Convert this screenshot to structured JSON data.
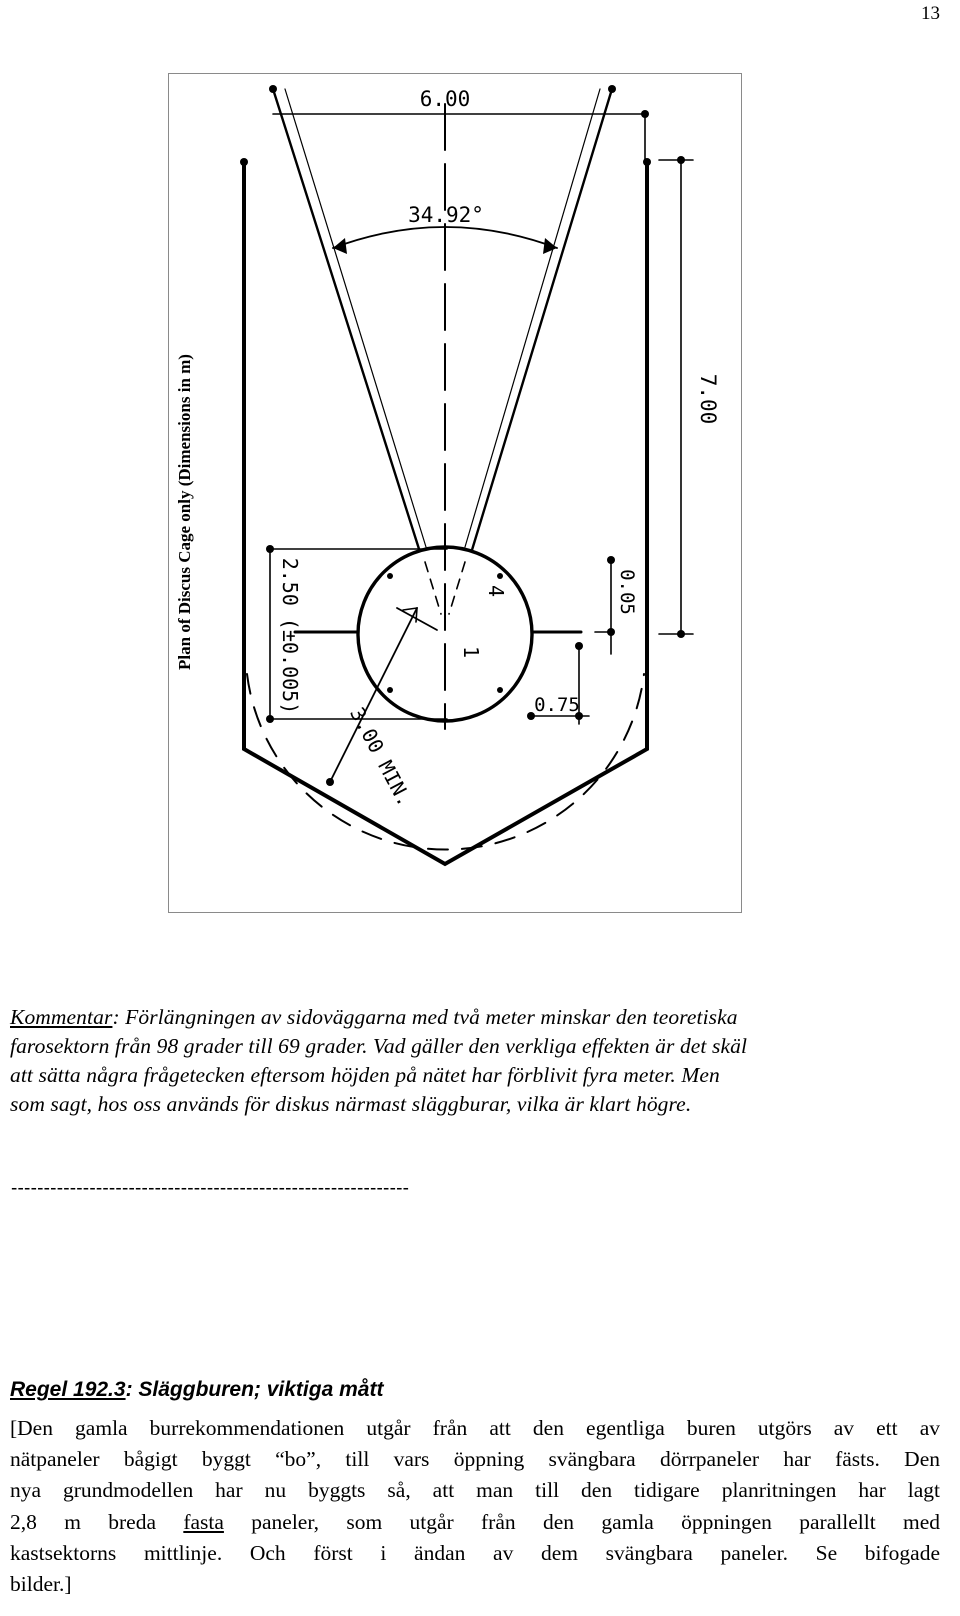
{
  "page_number": "13",
  "figure": {
    "caption": "Plan of Discus Cage only  (Dimensions in m)",
    "dimensions": {
      "width_top": "6.00",
      "angle": "34.92°",
      "length_side": "7.00",
      "circle_diameter": "2.50 (±0.005)",
      "radius_min": "3.00 MIN.",
      "offset_small": "0.05",
      "offset_opening": "0.75"
    },
    "markers": {
      "one": "1",
      "four": "4"
    }
  },
  "comment": {
    "label": "Kommentar",
    "line1_rest": ":  Förlängningen av sidoväggarna med två meter minskar den teoretiska",
    "line2": "farosektorn från 98  grader till 69 grader. Vad gäller den verkliga effekten är det skäl",
    "line3": "att sätta några frågetecken eftersom höjden på nätet har förblivit fyra meter. Men",
    "line4": "som sagt, hos oss används för diskus närmast släggburar, vilka är klart högre."
  },
  "separator": "-------------------------------------------------------------",
  "rule": {
    "heading_underlined": "Regel 192.3",
    "heading_rest": ":  Släggburen;  viktiga mått",
    "line1": "[Den gamla burrekommendationen utgår från att den egentliga buren utgörs av ett av",
    "line2": "nätpaneler bågigt byggt “bo”, till vars öppning svängbara dörrpaneler har fästs. Den",
    "line3": "nya grundmodellen har nu byggts så, att man till den tidigare planritningen har lagt",
    "line4_before": "2,8  m  breda  ",
    "line4_underlined": "fasta",
    "line4_after": "  paneler,  som  utgår  från  den  gamla  öppningen  parallellt  med",
    "line5": "kastsektorns  mittlinje.  Och  först  i  ändan  av  dem  svängbara  paneler.  Se  bifogade",
    "line6": "bilder.]"
  }
}
